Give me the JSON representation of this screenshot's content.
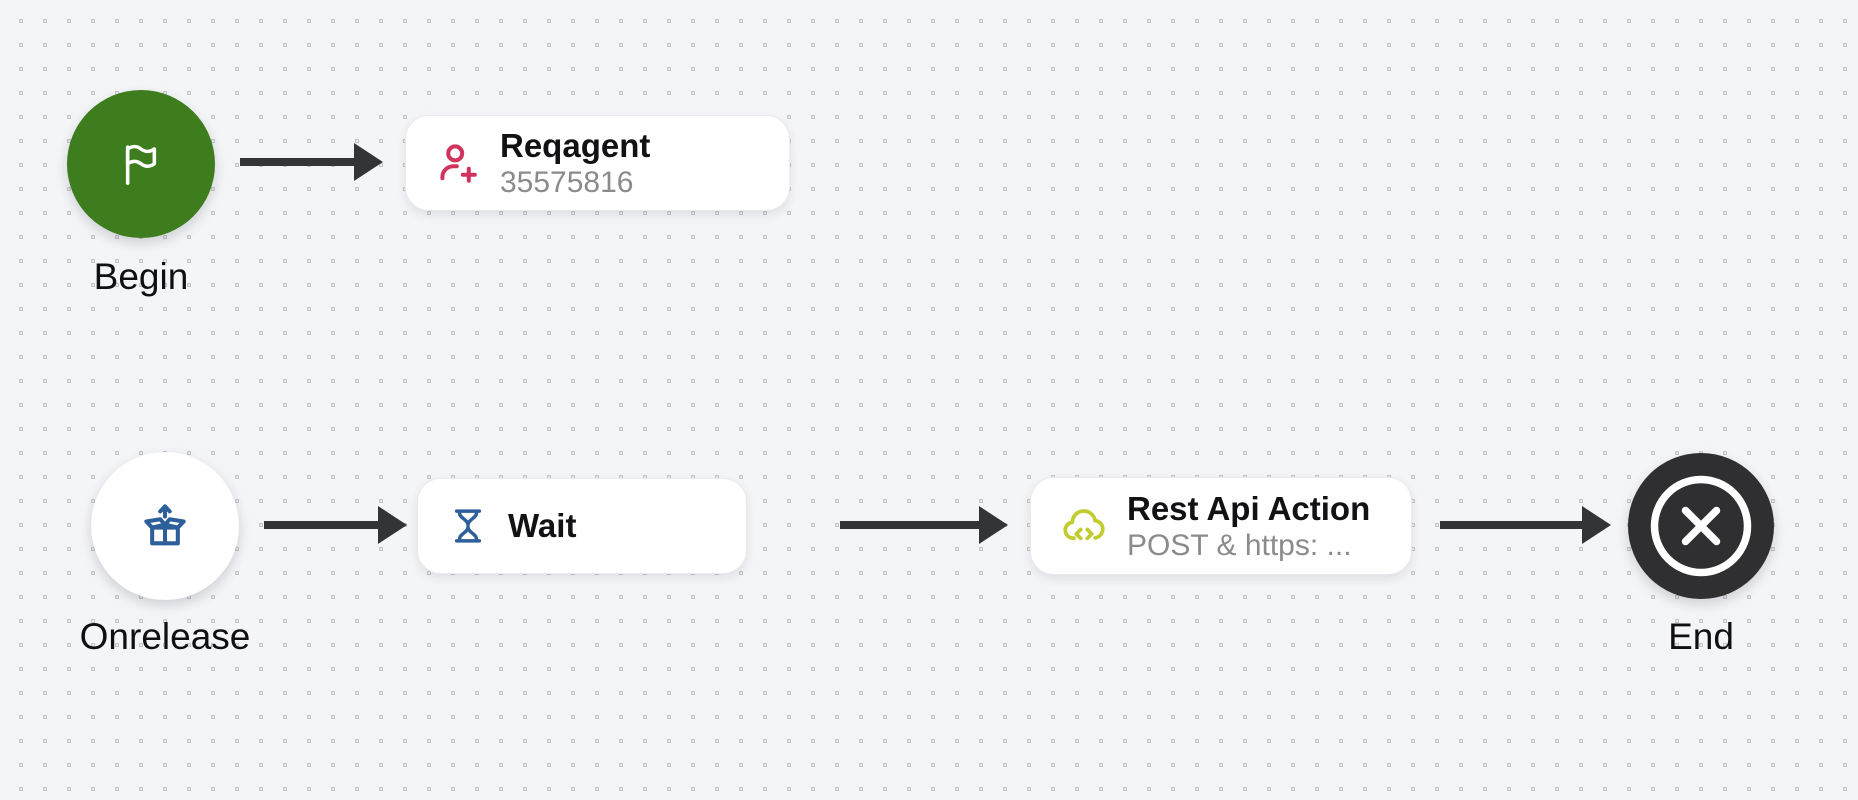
{
  "canvas": {
    "background": "#f4f5f7",
    "dot_color": "#c5c6ca"
  },
  "colors": {
    "arrow": "#333438",
    "begin_green": "#3e7d1e",
    "end_dark": "#2f2f32",
    "person_pink": "#d1335f",
    "flow_blue": "#2d5f9a",
    "cloud_lime": "#c2cc2f",
    "card_title": "#121214",
    "card_subtitle": "#8b8b8d",
    "icon_on_circle": "#ffffff"
  },
  "nodes": {
    "begin": {
      "label": "Begin",
      "icon": "flag-icon",
      "color": "#3e7d1e",
      "icon_color": "#ffffff"
    },
    "reqagent": {
      "title": "Reqagent",
      "subtitle": "35575816",
      "icon": "person-add-icon",
      "icon_color": "#d1335f"
    },
    "onrelease": {
      "label": "Onrelease",
      "icon": "box-release-icon",
      "icon_color": "#2d5f9a"
    },
    "wait": {
      "title": "Wait",
      "icon": "hourglass-icon",
      "icon_color": "#2d5f9a"
    },
    "rest_api": {
      "title": "Rest Api Action",
      "subtitle": "POST & https: ...",
      "icon": "cloud-code-icon",
      "icon_color": "#c2cc2f"
    },
    "end": {
      "label": "End",
      "icon": "close-circle-icon",
      "color": "#2f2f32",
      "icon_color": "#ffffff"
    }
  },
  "connectors": [
    {
      "from": "begin",
      "to": "reqagent"
    },
    {
      "from": "onrelease",
      "to": "wait"
    },
    {
      "from": "wait",
      "to": "rest_api"
    },
    {
      "from": "rest_api",
      "to": "end"
    }
  ]
}
